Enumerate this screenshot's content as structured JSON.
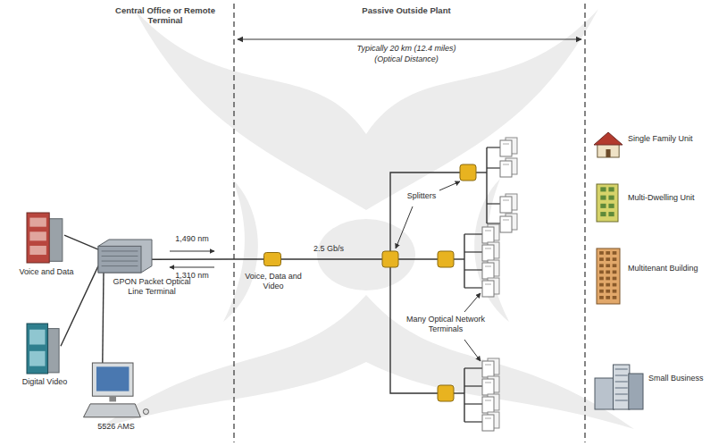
{
  "diagram": {
    "nodes": [
      {
        "text": [
          "Voice and Data"
        ]
      },
      {
        "text": [
          "Digital Video"
        ]
      },
      {
        "text": [
          "GPON Packet Optical Line Terminal"
        ]
      },
      {
        "text": [
          "5526 AMS"
        ]
      },
      {
        "text": [
          "Voice, Data and Video"
        ]
      },
      {
        "text": [
          "Single Family Unit"
        ]
      },
      {
        "text": [
          "Multi-Dwelling Unit"
        ]
      },
      {
        "text": [
          "Multitenant Building"
        ]
      },
      {
        "text": [
          "Small Business"
        ]
      }
    ],
    "edges": [
      {
        "from": 0,
        "to": 2,
        "arrow": "none"
      },
      {
        "from": 1,
        "to": 2,
        "arrow": "none"
      },
      {
        "from": 3,
        "to": 2,
        "arrow": "none"
      },
      {
        "from": 2,
        "to": 4,
        "arrow": "none"
      }
    ],
    "labels": [
      "Central Office or Remote Terminal",
      "Passive Outside Plant",
      "Typically 20 km (12.4 miles)",
      "(Optical Distance)",
      "1,490 nm",
      "1,310 nm",
      "2.5 Gb/s",
      "Splitters",
      "Many Optical Network Terminals"
    ]
  }
}
